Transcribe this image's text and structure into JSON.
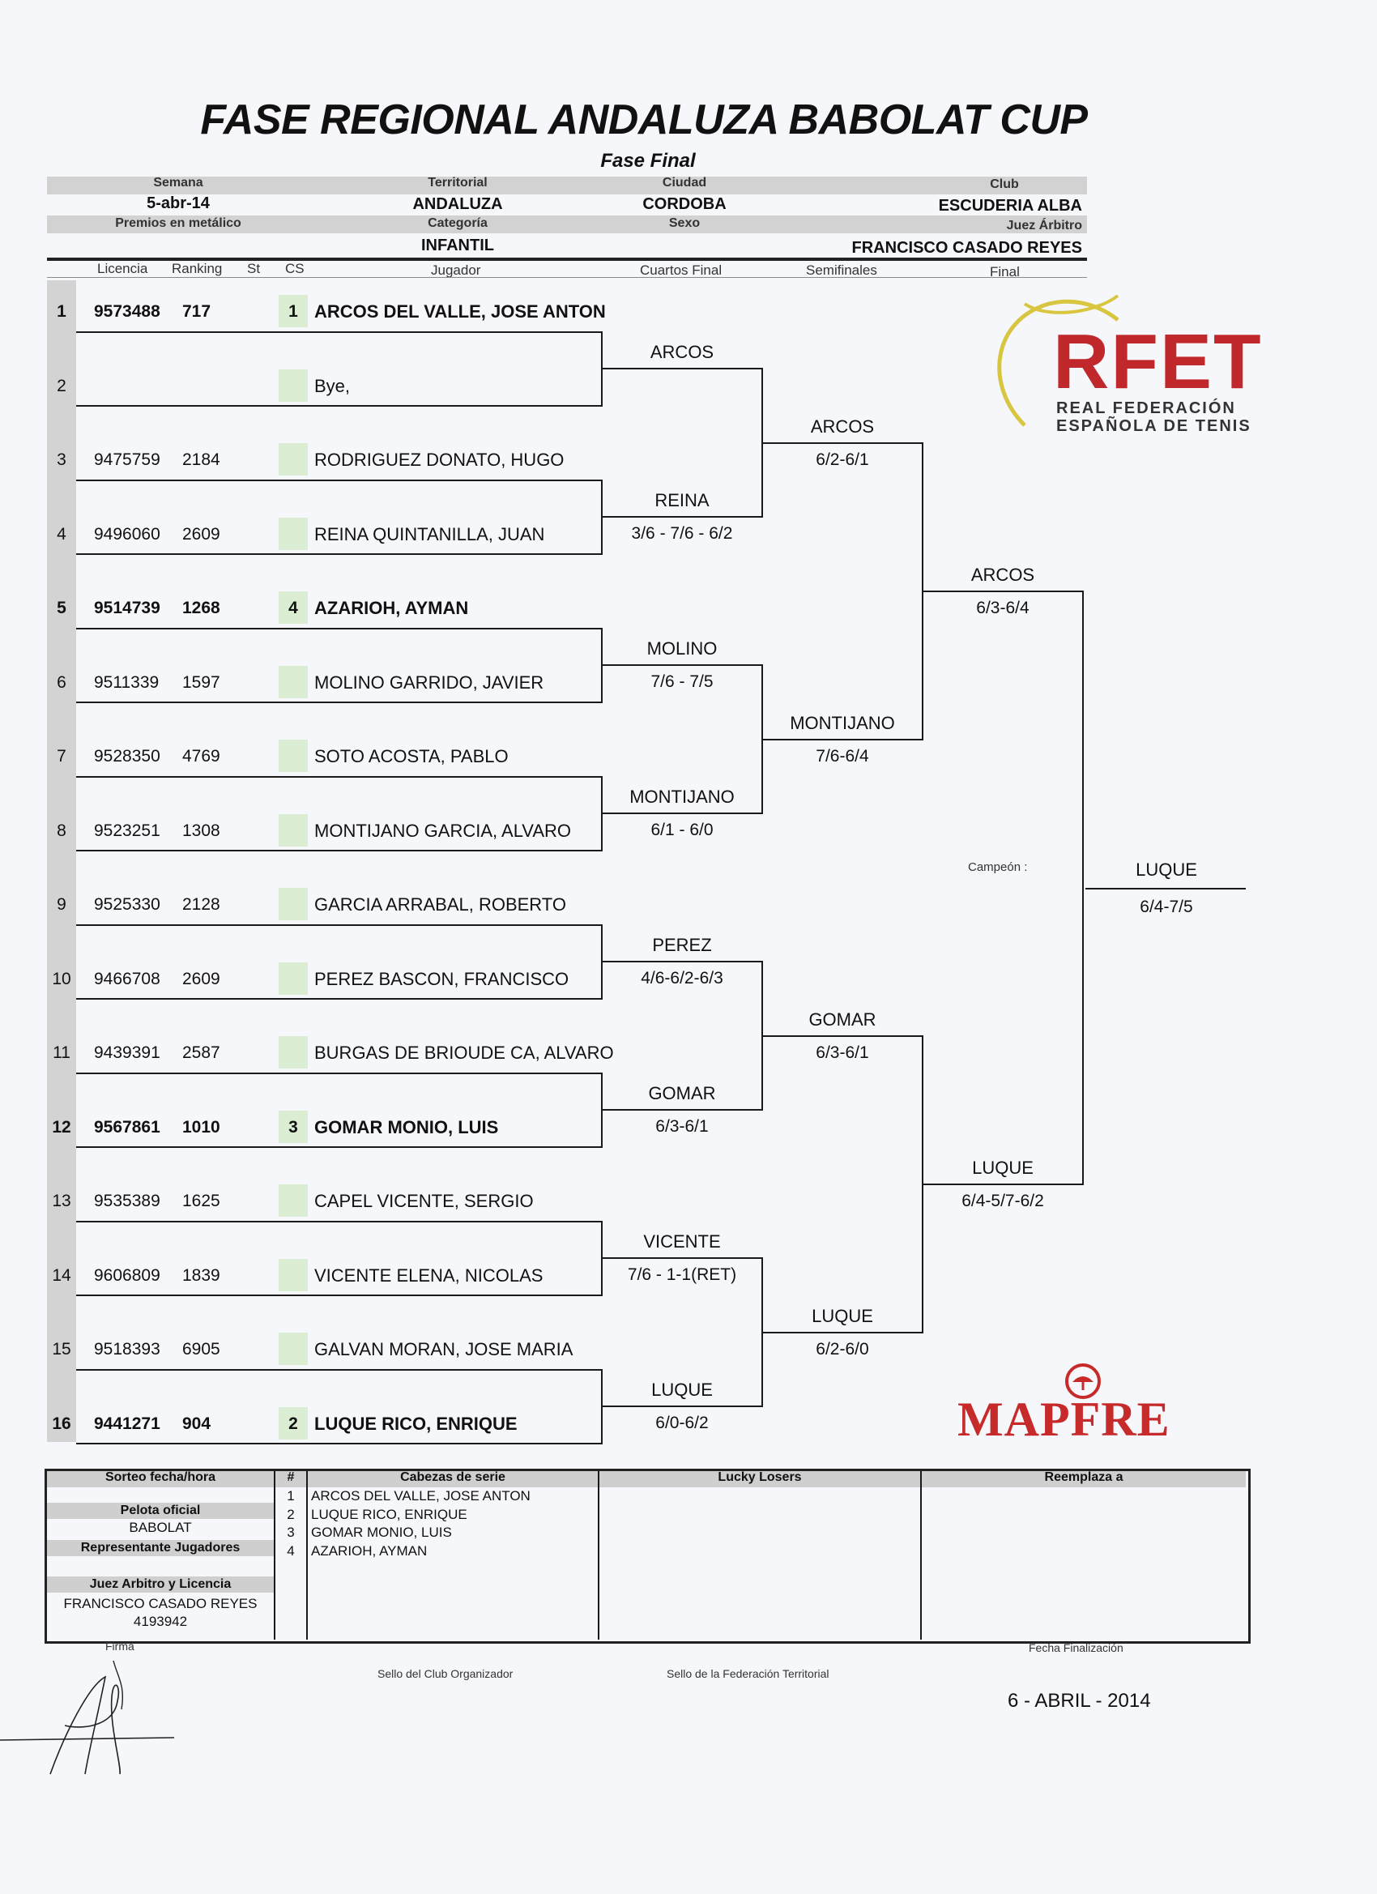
{
  "title": "FASE REGIONAL ANDALUZA BABOLAT CUP",
  "subtitle": "Fase Final",
  "header": {
    "semana_label": "Semana",
    "semana_value": "5-abr-14",
    "premios_label": "Premios en metálico",
    "territorial_label": "Territorial",
    "territorial_value": "ANDALUZA",
    "categoria_label": "Categoría",
    "categoria_value": "INFANTIL",
    "ciudad_label": "Ciudad",
    "ciudad_value": "CORDOBA",
    "sexo_label": "Sexo",
    "club_label": "Club",
    "club_value": "ESCUDERIA ALBA",
    "juez_label": "Juez Árbitro",
    "juez_value": "FRANCISCO CASADO REYES"
  },
  "columns": {
    "licencia": "Licencia",
    "ranking": "Ranking",
    "st": "St",
    "cs": "CS",
    "jugador": "Jugador",
    "cuartos": "Cuartos Final",
    "semis": "Semifinales",
    "final": "Final"
  },
  "players": [
    {
      "pos": "1",
      "lic": "9573488",
      "rank": "717",
      "seed": "1",
      "name": "ARCOS DEL VALLE, JOSE ANTON",
      "bold": true
    },
    {
      "pos": "2",
      "lic": "",
      "rank": "",
      "seed": "",
      "name": "Bye,",
      "bold": false
    },
    {
      "pos": "3",
      "lic": "9475759",
      "rank": "2184",
      "seed": "",
      "name": "RODRIGUEZ DONATO, HUGO",
      "bold": false
    },
    {
      "pos": "4",
      "lic": "9496060",
      "rank": "2609",
      "seed": "",
      "name": "REINA QUINTANILLA, JUAN",
      "bold": false
    },
    {
      "pos": "5",
      "lic": "9514739",
      "rank": "1268",
      "seed": "4",
      "name": "AZARIOH, AYMAN",
      "bold": true
    },
    {
      "pos": "6",
      "lic": "9511339",
      "rank": "1597",
      "seed": "",
      "name": "MOLINO GARRIDO, JAVIER",
      "bold": false
    },
    {
      "pos": "7",
      "lic": "9528350",
      "rank": "4769",
      "seed": "",
      "name": "SOTO ACOSTA, PABLO",
      "bold": false
    },
    {
      "pos": "8",
      "lic": "9523251",
      "rank": "1308",
      "seed": "",
      "name": "MONTIJANO GARCIA, ALVARO",
      "bold": false
    },
    {
      "pos": "9",
      "lic": "9525330",
      "rank": "2128",
      "seed": "",
      "name": "GARCIA ARRABAL, ROBERTO",
      "bold": false
    },
    {
      "pos": "10",
      "lic": "9466708",
      "rank": "2609",
      "seed": "",
      "name": "PEREZ BASCON, FRANCISCO",
      "bold": false
    },
    {
      "pos": "11",
      "lic": "9439391",
      "rank": "2587",
      "seed": "",
      "name": "BURGAS DE BRIOUDE CA, ALVARO",
      "bold": false
    },
    {
      "pos": "12",
      "lic": "9567861",
      "rank": "1010",
      "seed": "3",
      "name": "GOMAR MONIO, LUIS",
      "bold": true
    },
    {
      "pos": "13",
      "lic": "9535389",
      "rank": "1625",
      "seed": "",
      "name": "CAPEL VICENTE, SERGIO",
      "bold": false
    },
    {
      "pos": "14",
      "lic": "9606809",
      "rank": "1839",
      "seed": "",
      "name": "VICENTE ELENA, NICOLAS",
      "bold": false
    },
    {
      "pos": "15",
      "lic": "9518393",
      "rank": "6905",
      "seed": "",
      "name": "GALVAN MORAN, JOSE MARIA",
      "bold": false
    },
    {
      "pos": "16",
      "lic": "9441271",
      "rank": "904",
      "seed": "2",
      "name": "LUQUE RICO, ENRIQUE",
      "bold": true
    }
  ],
  "quarterfinals": [
    {
      "winner": "ARCOS",
      "score": ""
    },
    {
      "winner": "REINA",
      "score": "3/6 - 7/6 - 6/2"
    },
    {
      "winner": "MOLINO",
      "score": "7/6 - 7/5"
    },
    {
      "winner": "MONTIJANO",
      "score": "6/1 - 6/0"
    },
    {
      "winner": "PEREZ",
      "score": "4/6-6/2-6/3"
    },
    {
      "winner": "GOMAR",
      "score": "6/3-6/1"
    },
    {
      "winner": "VICENTE",
      "score": "7/6 - 1-1(RET)"
    },
    {
      "winner": "LUQUE",
      "score": "6/0-6/2"
    }
  ],
  "semifinals": [
    {
      "winner": "ARCOS",
      "score": "6/2-6/1"
    },
    {
      "winner": "MONTIJANO",
      "score": "7/6-6/4"
    },
    {
      "winner": "GOMAR",
      "score": "6/3-6/1"
    },
    {
      "winner": "LUQUE",
      "score": "6/2-6/0"
    }
  ],
  "finalists": [
    {
      "winner": "ARCOS",
      "score": "6/3-6/4"
    },
    {
      "winner": "LUQUE",
      "score": "6/4-5/7-6/2"
    }
  ],
  "champion": {
    "label": "Campeón :",
    "name": "LUQUE",
    "score": "6/4-7/5"
  },
  "logos": {
    "rfet": "RFET",
    "rfet_line1": "REAL FEDERACIÓN",
    "rfet_line2": "ESPAÑOLA DE TENIS",
    "mapfre": "MAPFRE",
    "rfet_color": "#c0282b",
    "mapfre_color": "#c62a2a"
  },
  "bottom": {
    "sorteo_label": "Sorteo fecha/hora",
    "pelota_label": "Pelota oficial",
    "pelota_value": "BABOLAT",
    "representante_label": "Representante Jugadores",
    "juez_label": "Juez Arbitro y Licencia",
    "juez_name": "FRANCISCO CASADO REYES",
    "juez_licencia": "4193942",
    "hash_label": "#",
    "seeds_label": "Cabezas  de serie",
    "seeds": [
      {
        "n": "1",
        "name": "ARCOS DEL VALLE, JOSE ANTON"
      },
      {
        "n": "2",
        "name": "LUQUE RICO, ENRIQUE"
      },
      {
        "n": "3",
        "name": "GOMAR MONIO, LUIS"
      },
      {
        "n": "4",
        "name": "AZARIOH, AYMAN"
      }
    ],
    "lucky_label": "Lucky Losers",
    "reemplaza_label": "Reemplaza a",
    "firma_label": "Firma",
    "sello_club": "Sello del Club Organizador",
    "sello_fed": "Sello de la Federación Territorial",
    "fecha_label": "Fecha Finalización",
    "fecha_value": "6 - ABRIL - 2014"
  }
}
